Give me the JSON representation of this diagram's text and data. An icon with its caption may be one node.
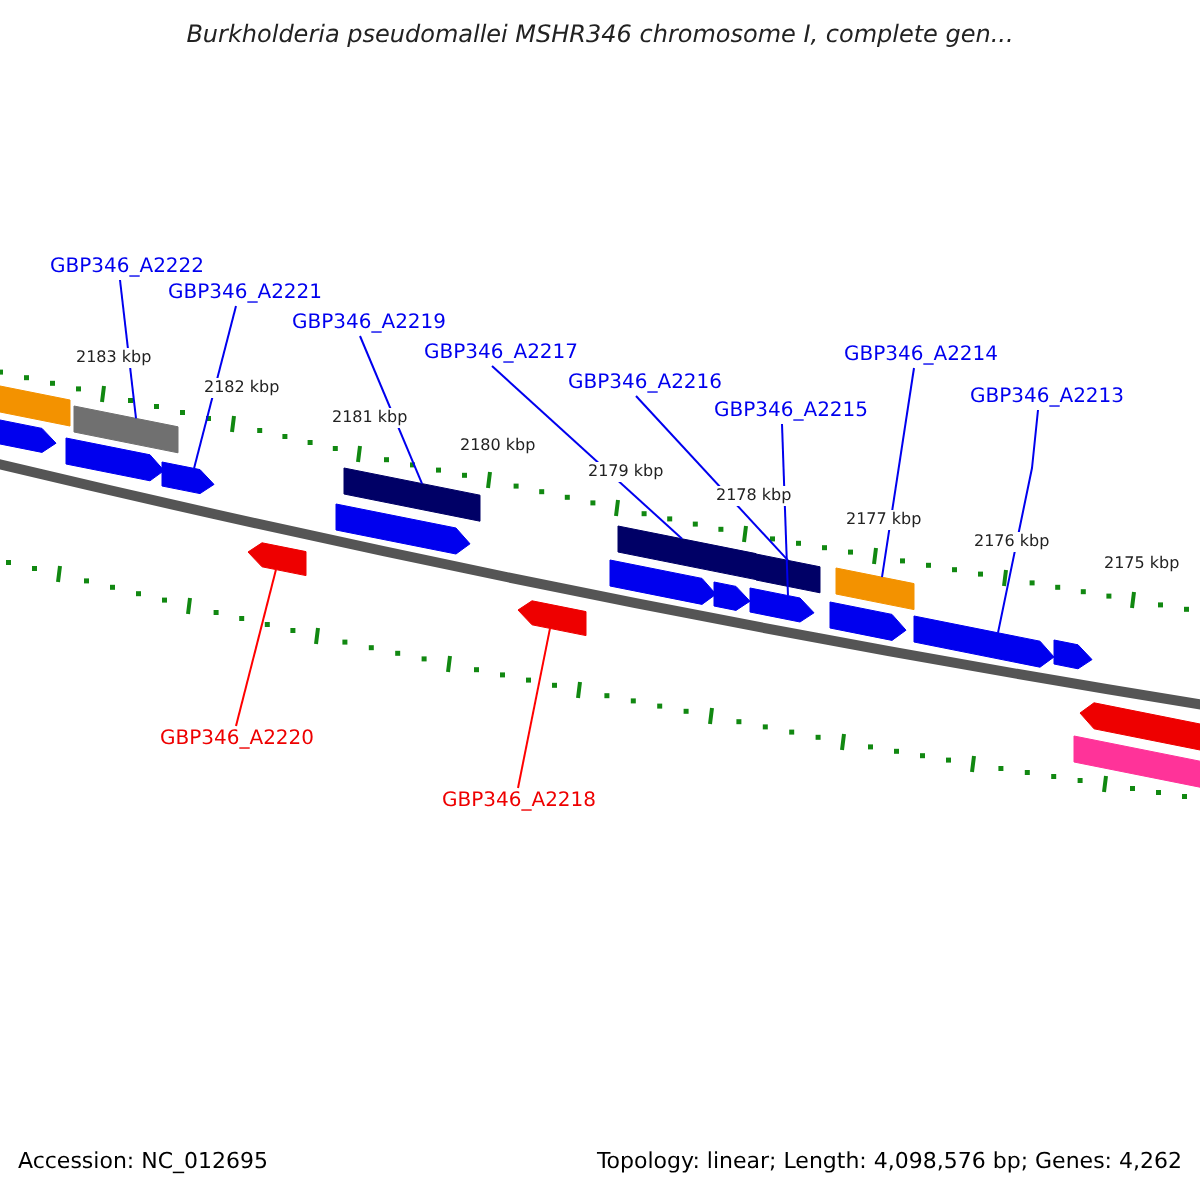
{
  "diagram": {
    "title": "Burkholderia pseudomallei MSHR346 chromosome I, complete gen...",
    "nodes": [
      {
        "text": [
          "GBP346_A2222"
        ]
      },
      {
        "text": [
          "GBP346_A2221"
        ]
      },
      {
        "text": [
          "GBP346_A2219"
        ]
      },
      {
        "text": [
          "GBP346_A2217"
        ]
      },
      {
        "text": [
          "GBP346_A2216"
        ]
      },
      {
        "text": [
          "GBP346_A2215"
        ]
      },
      {
        "text": [
          "GBP346_A2214"
        ]
      },
      {
        "text": [
          "GBP346_A2213"
        ]
      },
      {
        "text": [
          "GBP346_A2220"
        ]
      },
      {
        "text": [
          "GBP346_A2218"
        ]
      },
      {
        "text": [],
        "shape": "bar"
      },
      {
        "text": [],
        "shape": "bar"
      },
      {
        "text": [],
        "shape": "arrow"
      },
      {
        "text": [],
        "shape": "arrow"
      },
      {
        "text": [],
        "shape": "arrow"
      },
      {
        "text": [],
        "shape": "bar"
      },
      {
        "text": [],
        "shape": "arrow"
      },
      {
        "text": [],
        "shape": "arrow"
      },
      {
        "text": [],
        "shape": "arrow"
      },
      {
        "text": [],
        "shape": "bar"
      },
      {
        "text": [],
        "shape": "bar"
      },
      {
        "text": [],
        "shape": "arrow"
      },
      {
        "text": [],
        "shape": "arrow"
      },
      {
        "text": [],
        "shape": "arrow"
      },
      {
        "text": [],
        "shape": "bar"
      },
      {
        "text": [],
        "shape": "arrow"
      },
      {
        "text": [],
        "shape": "arrow"
      },
      {
        "text": [],
        "shape": "arrow"
      },
      {
        "text": [],
        "shape": "arrow"
      },
      {
        "text": [],
        "shape": "bar"
      }
    ],
    "edges": [
      {
        "from": 0,
        "to": 11,
        "arrow": "none"
      },
      {
        "from": 1,
        "to": 14,
        "arrow": "none"
      },
      {
        "from": 2,
        "to": 15,
        "arrow": "none"
      },
      {
        "from": 3,
        "to": 19,
        "arrow": "none"
      },
      {
        "from": 4,
        "to": 20,
        "arrow": "none"
      },
      {
        "from": 5,
        "to": 23,
        "arrow": "none"
      },
      {
        "from": 6,
        "to": 24,
        "arrow": "none"
      },
      {
        "from": 7,
        "to": 26,
        "arrow": "none"
      },
      {
        "from": 8,
        "to": 17,
        "arrow": "none",
        "color": "#ff0000"
      },
      {
        "from": 9,
        "to": 18,
        "arrow": "none",
        "color": "#ff0000"
      }
    ],
    "labels": [
      "2183 kbp",
      "2182 kbp",
      "2181 kbp",
      "2180 kbp",
      "2179 kbp",
      "2178 kbp",
      "2177 kbp",
      "2176 kbp",
      "2175 kbp",
      "Accession: NC_012695",
      "Topology: linear; Length: 4,098,576 bp; Genes: 4,262"
    ]
  }
}
